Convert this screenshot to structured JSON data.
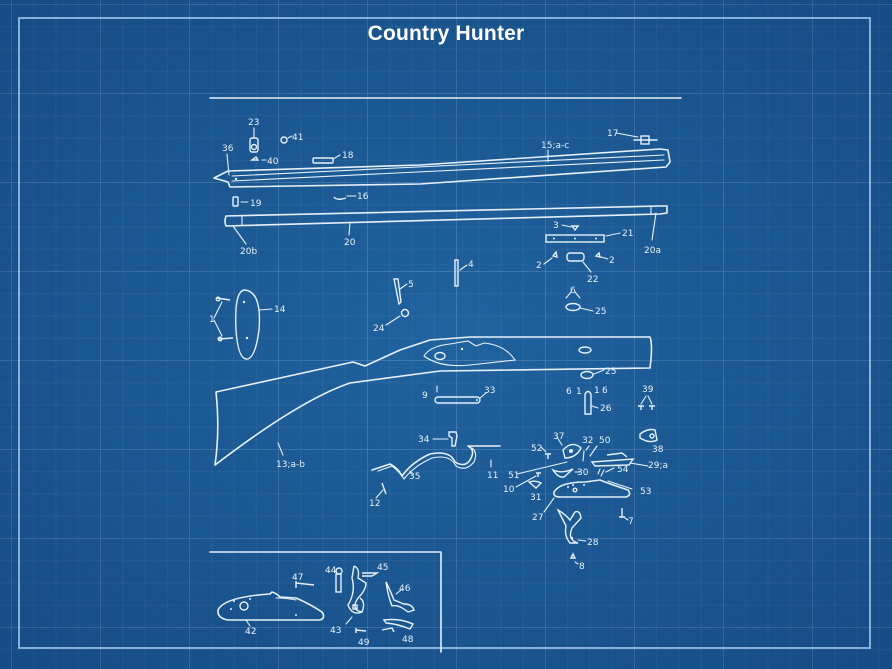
{
  "title": "Country Hunter",
  "colors": {
    "background": "#1d5f9a",
    "grid_line": "#8fb8de",
    "drawing_line": "#e6f0fb",
    "title_text": "#ffffff"
  },
  "diagram": {
    "type": "exploded parts blueprint",
    "subject": "muzzleloading rifle",
    "sections": [
      "barrel-and-ramrod",
      "stock",
      "trigger-group",
      "lock",
      "lock-inset"
    ],
    "labels": {
      "p1": "1",
      "p2a": "2",
      "p2b": "2",
      "p3": "3",
      "p4": "4",
      "p5": "5",
      "p6a": "6",
      "p6b": "6",
      "p6c": "6",
      "p1b": "1",
      "p1c": "1",
      "p7": "7",
      "p8": "8",
      "p9": "9",
      "p10": "10",
      "p11": "11",
      "p12": "12",
      "p13": "13;a-b",
      "p14": "14",
      "p15": "15;a-c",
      "p16": "16",
      "p17": "17",
      "p18": "18",
      "p19": "19",
      "p20": "20",
      "p20a": "20a",
      "p20b": "20b",
      "p21": "21",
      "p22": "22",
      "p23": "23",
      "p24": "24",
      "p25a": "25",
      "p25b": "25",
      "p26": "26",
      "p27": "27",
      "p28": "28",
      "p29": "29;a",
      "p30": "30",
      "p31": "31",
      "p32": "32",
      "p33": "33",
      "p34": "34",
      "p35": "35",
      "p36": "36",
      "p37": "37",
      "p38": "38",
      "p39": "39",
      "p40": "40",
      "p41": "41",
      "p42": "42",
      "p43": "43",
      "p44": "44",
      "p45": "45",
      "p46": "46",
      "p47": "47",
      "p48": "48",
      "p49": "49",
      "p50": "50",
      "p51": "51",
      "p52": "52",
      "p53": "53",
      "p54": "54"
    }
  }
}
